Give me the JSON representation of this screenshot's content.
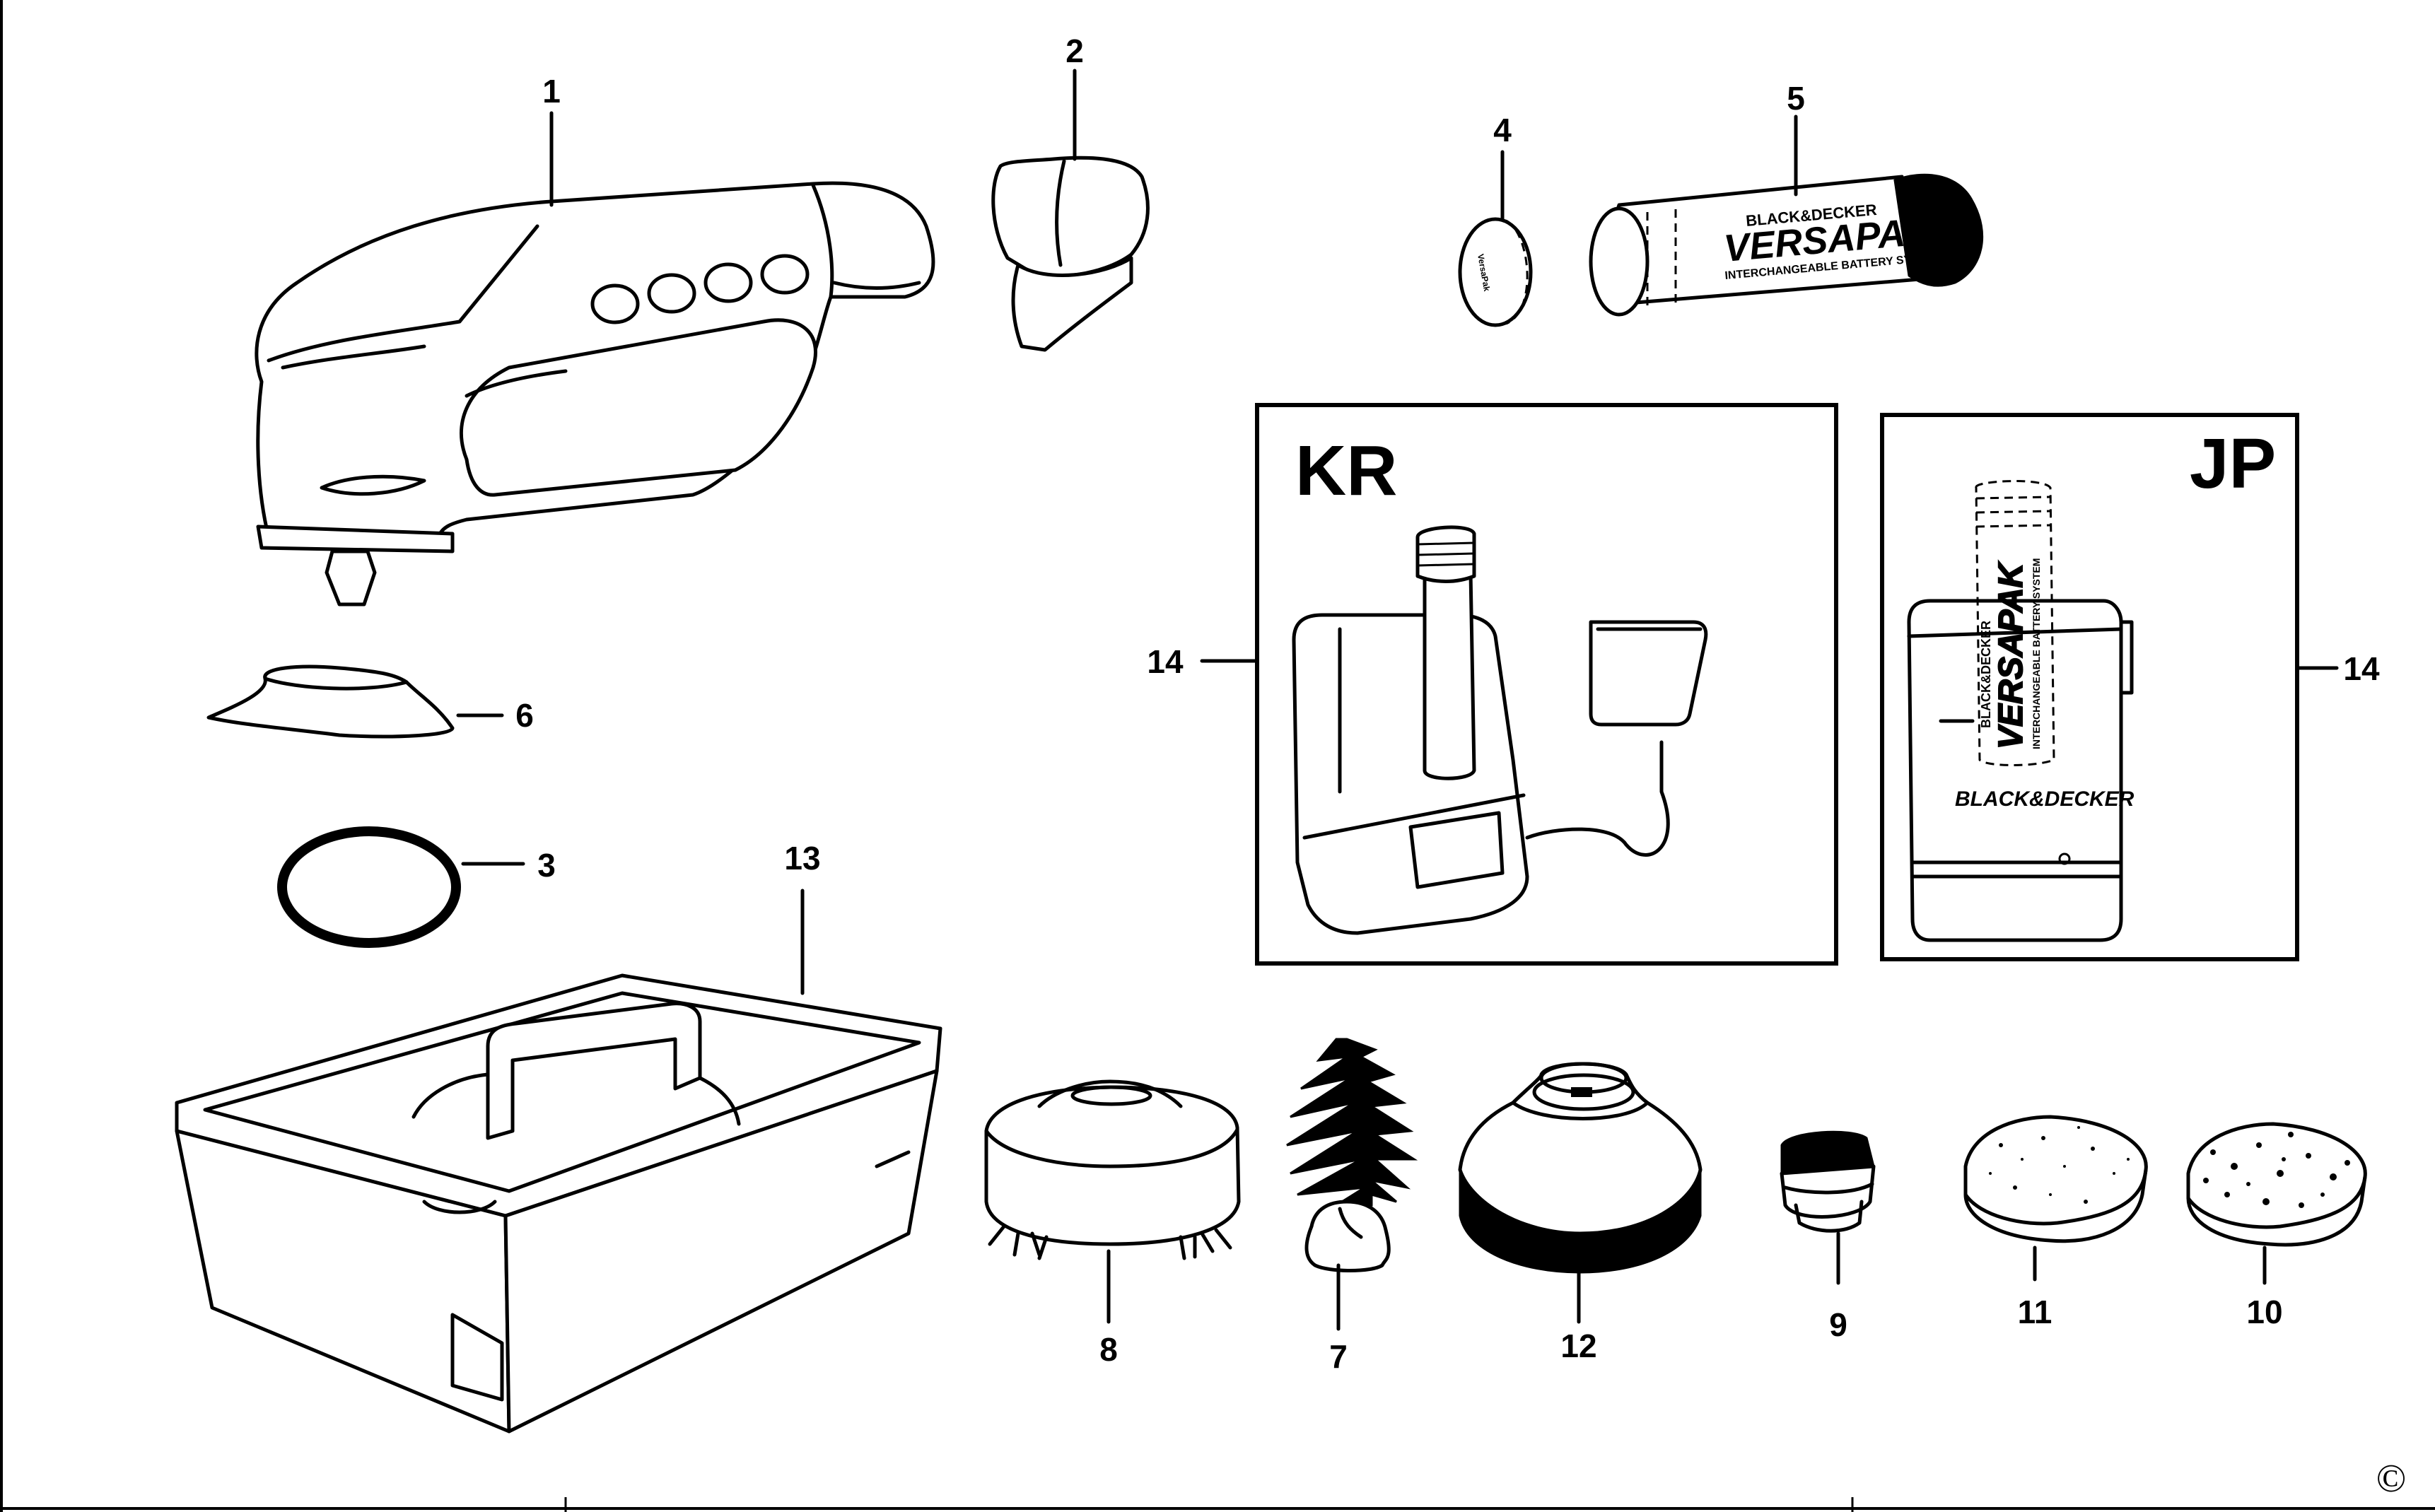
{
  "diagram": {
    "region_labels": {
      "kr": "KR",
      "jp": "JP"
    },
    "part_numbers": {
      "p1": "1",
      "p2": "2",
      "p3": "3",
      "p4": "4",
      "p5": "5",
      "p6": "6",
      "p7": "7",
      "p8": "8",
      "p9": "9",
      "p10": "10",
      "p11": "11",
      "p12": "12",
      "p13": "13",
      "p14_kr": "14",
      "p14_jp": "14"
    },
    "battery_text": {
      "brand": "BLACK&DECKER",
      "product": "VERSAPAK",
      "tagline": "INTERCHANGEABLE BATTERY SYSTEM"
    },
    "jp_charger_text": {
      "brand": "BLACK&DECKER",
      "product": "VERSAPAK",
      "tagline": "INTERCHANGEABLE BATTERY SYSTEM"
    },
    "copyright": "©"
  }
}
